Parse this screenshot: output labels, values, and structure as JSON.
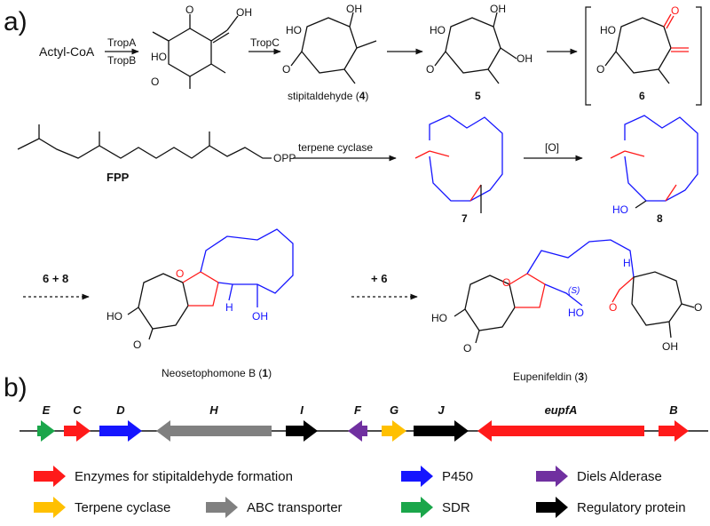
{
  "panel_a": {
    "label": "a)",
    "row1": {
      "start": "Actyl-CoA",
      "arrow1_top": "TropA",
      "arrow1_bottom": "TropB",
      "arrow2_top": "TropC",
      "cmpd4_name": "stipitaldehyde (",
      "cmpd4_num": "4",
      "cmpd4_close": ")",
      "cmpd5": "5",
      "cmpd6": "6",
      "groups": {
        "oh": "OH",
        "ho": "HO",
        "o": "O"
      }
    },
    "row2": {
      "fpp": "FPP",
      "opp": "OPP",
      "arrow_cyclase": "terpene cyclase",
      "cmpd7": "7",
      "arrow_oxidation": "[O]",
      "cmpd8": "8",
      "ho": "HO"
    },
    "row3": {
      "reactants_1": "6 + 8",
      "reactants_2": "+ 6",
      "neo_name": "Neosetophomone B (",
      "neo_num": "1",
      "neo_close": ")",
      "eup_name": "Eupenifeldin (",
      "eup_num": "3",
      "eup_close": ")",
      "h": "H",
      "oh": "OH",
      "ho": "HO",
      "o": "O",
      "s_label": "(S)"
    }
  },
  "panel_b": {
    "label": "b)",
    "genes": [
      {
        "name": "E",
        "color": "#1aa64a"
      },
      {
        "name": "C",
        "color": "#ff1a1a"
      },
      {
        "name": "D",
        "color": "#1515ff"
      },
      {
        "name": "H",
        "color": "#808080"
      },
      {
        "name": "I",
        "color": "#000000"
      },
      {
        "name": "F",
        "color": "#7030a0"
      },
      {
        "name": "G",
        "color": "#ffc000"
      },
      {
        "name": "J",
        "color": "#000000"
      },
      {
        "name": "eupfA",
        "color": "#ff1a1a"
      },
      {
        "name": "B",
        "color": "#ff1a1a"
      }
    ],
    "legend": [
      {
        "label": "Enzymes for stipitaldehyde formation",
        "color": "#ff1a1a"
      },
      {
        "label": "P450",
        "color": "#1515ff"
      },
      {
        "label": "Diels Alderase",
        "color": "#7030a0"
      },
      {
        "label": "Terpene cyclase",
        "color": "#ffc000"
      },
      {
        "label": "ABC transporter",
        "color": "#808080"
      },
      {
        "label": "SDR",
        "color": "#1aa64a"
      },
      {
        "label": "Regulatory protein",
        "color": "#000000"
      }
    ]
  }
}
